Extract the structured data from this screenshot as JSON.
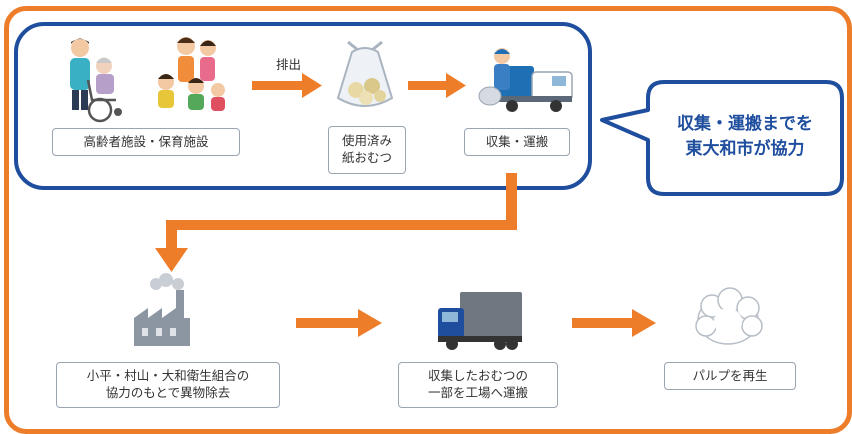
{
  "diagram": {
    "top_row": {
      "facilities_label": "高齢者施設・保育施設",
      "discharge_label": "排出",
      "diaper_label_line1": "使用済み",
      "diaper_label_line2": "紙おむつ",
      "collection_label": "収集・運搬"
    },
    "callout": {
      "line1": "収集・運搬までを",
      "line2": "東大和市が協力"
    },
    "bottom_row": {
      "factory_label_line1": "小平・村山・大和衛生組合の",
      "factory_label_line2": "協力のもとで異物除去",
      "truck_label_line1": "収集したおむつの",
      "truck_label_line2": "一部を工場へ運搬",
      "pulp_label": "パルプを再生"
    },
    "colors": {
      "frame": "#ee7d2a",
      "arrow": "#ee7d2a",
      "highlight": "#1f4e9e"
    },
    "icons": [
      "caregiver-with-wheelchair-icon",
      "children-icon",
      "diaper-bag-icon",
      "garbage-truck-icon",
      "factory-icon",
      "cargo-truck-icon",
      "pulp-icon"
    ]
  }
}
